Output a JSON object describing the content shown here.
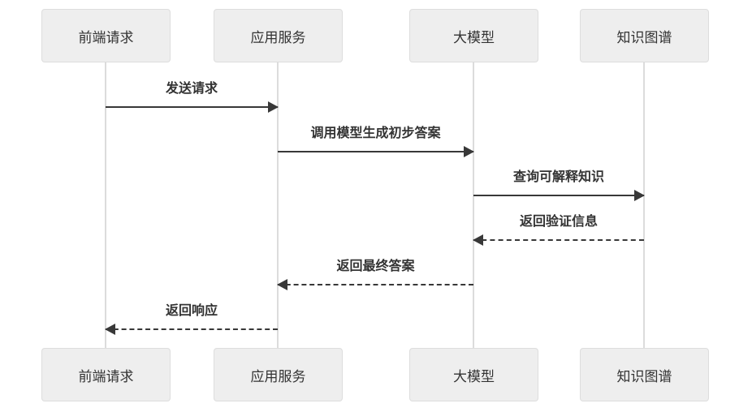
{
  "diagram": {
    "type": "sequence-diagram",
    "background": "#ffffff"
  },
  "colors": {
    "actor_fill": "#eeeeee",
    "actor_border": "#dddddd",
    "actor_text": "#333333",
    "lifeline": "#dcdcdc",
    "message_line": "#383838",
    "message_text": "#333333"
  },
  "actors": [
    {
      "label": "前端请求"
    },
    {
      "label": "应用服务"
    },
    {
      "label": "大模型"
    },
    {
      "label": "知识图谱"
    }
  ],
  "messages": [
    {
      "label": "发送请求",
      "from": "前端请求",
      "to": "应用服务",
      "line": "solid",
      "direction": "right"
    },
    {
      "label": "调用模型生成初步答案",
      "from": "应用服务",
      "to": "大模型",
      "line": "solid",
      "direction": "right"
    },
    {
      "label": "查询可解释知识",
      "from": "大模型",
      "to": "知识图谱",
      "line": "solid",
      "direction": "right"
    },
    {
      "label": "返回验证信息",
      "from": "知识图谱",
      "to": "大模型",
      "line": "dashed",
      "direction": "left"
    },
    {
      "label": "返回最终答案",
      "from": "大模型",
      "to": "应用服务",
      "line": "dashed",
      "direction": "left"
    },
    {
      "label": "返回响应",
      "from": "应用服务",
      "to": "前端请求",
      "line": "dashed",
      "direction": "left"
    }
  ]
}
